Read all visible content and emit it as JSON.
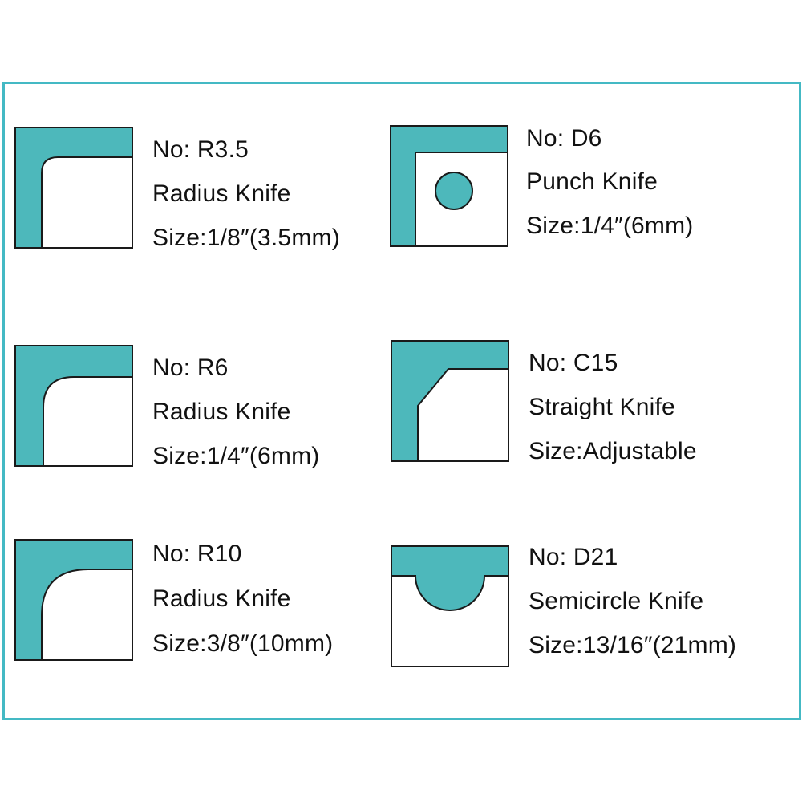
{
  "colors": {
    "border": "#44b9c4",
    "teal_fill": "#4db8bb",
    "outline": "#1a1a1a",
    "text": "#111111",
    "background": "#ffffff"
  },
  "knives": [
    {
      "number": "No: R3.5",
      "type": "Radius Knife",
      "size": "Size:1/8″(3.5mm)",
      "icon": "radius-corner-small-icon"
    },
    {
      "number": "No: D6",
      "type": "Punch Knife",
      "size": "Size:1/4″(6mm)",
      "icon": "punch-circle-icon"
    },
    {
      "number": "No: R6",
      "type": "Radius Knife",
      "size": "Size:1/4″(6mm)",
      "icon": "radius-corner-medium-icon"
    },
    {
      "number": "No: C15",
      "type": "Straight Knife",
      "size": "Size:Adjustable",
      "icon": "chamfer-corner-icon"
    },
    {
      "number": "No: R10",
      "type": "Radius Knife",
      "size": "Size:3/8″(10mm)",
      "icon": "radius-corner-large-icon"
    },
    {
      "number": "No: D21",
      "type": "Semicircle Knife",
      "size": "Size:13/16″(21mm)",
      "icon": "semicircle-notch-icon"
    }
  ]
}
